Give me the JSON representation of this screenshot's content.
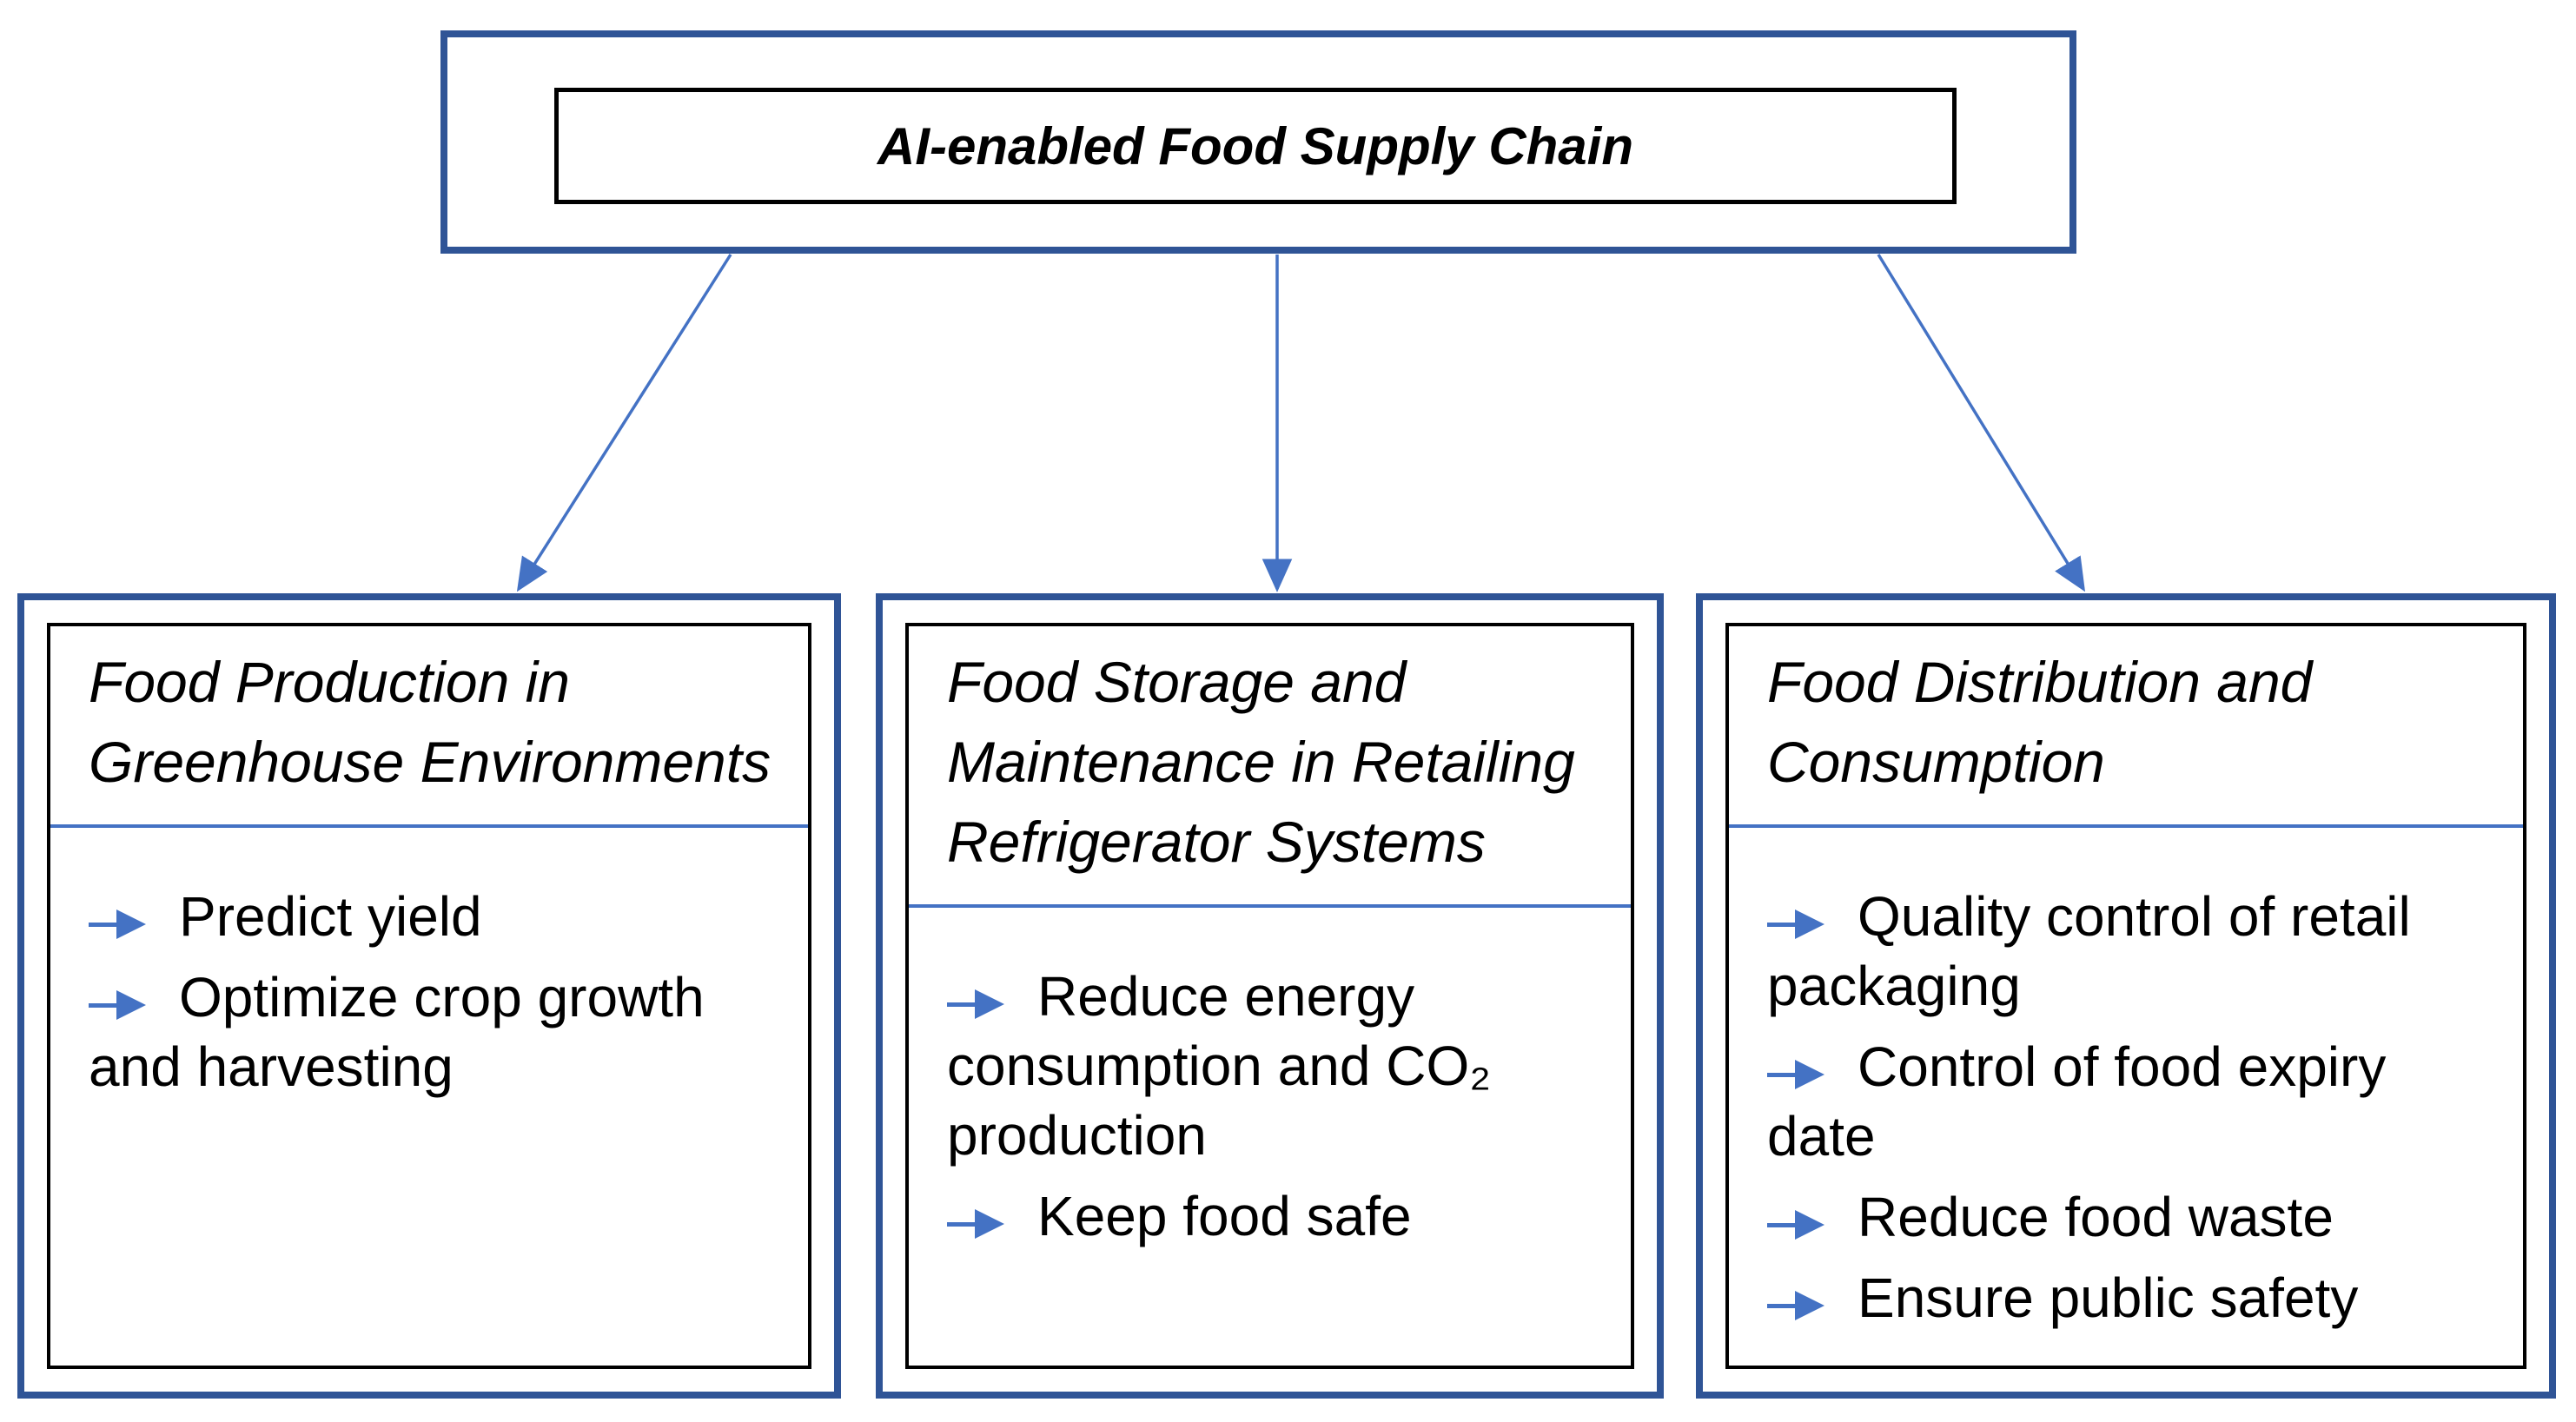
{
  "title": "AI-enabled Food Supply Chain",
  "colors": {
    "outer_border_blue": "#2F5496",
    "accent_blue": "#4472C4",
    "text": "#000000",
    "background": "#FFFFFF"
  },
  "boxes": [
    {
      "heading": "Food Production in Greenhouse Environments",
      "bullets": [
        "Predict yield",
        "Optimize crop growth and harvesting"
      ]
    },
    {
      "heading": "Food Storage and Maintenance in Retailing Refrigerator Systems",
      "bullets": [
        "Reduce energy consumption and CO₂ production",
        "Keep food safe"
      ]
    },
    {
      "heading": "Food Distribution and Consumption",
      "bullets": [
        "Quality control of retail packaging",
        "Control of food expiry date",
        "Reduce food waste",
        "Ensure public safety"
      ]
    }
  ]
}
